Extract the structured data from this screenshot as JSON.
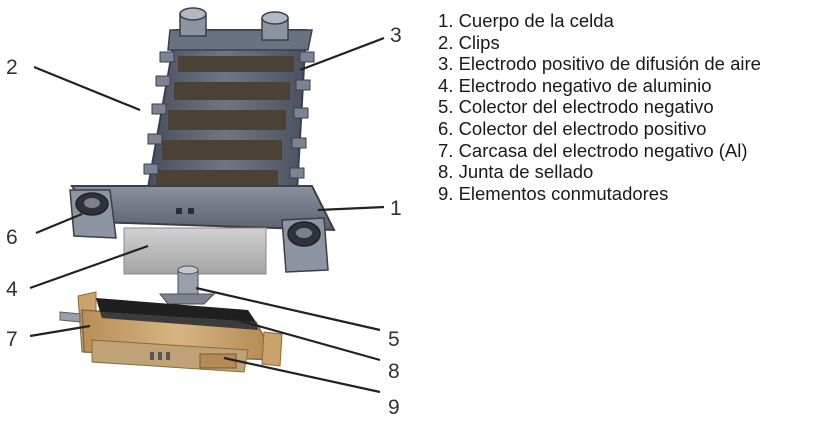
{
  "callout_numbers": [
    "1",
    "2",
    "3",
    "4",
    "5",
    "6",
    "7",
    "8",
    "9"
  ],
  "legend": [
    "1. Cuerpo de la celda",
    "2. Clips",
    "3. Electrodo positivo de difusión de aire",
    "4. Electrodo negativo de aluminio",
    "5. Colector del electrodo negativo",
    "6. Colector del electrodo positivo",
    "7. Carcasa del electrodo negativo (Al)",
    "8. Junta de sellado",
    "9. Elementos conmutadores"
  ],
  "colors": {
    "frame": "#5b6272",
    "frame_dark": "#3a3f4b",
    "electrode": "#4a4234",
    "aluminium": "#b9b9b9",
    "gasket": "#1f1f1f",
    "housing": "#c9a26c",
    "text": "#1a1a1a"
  }
}
